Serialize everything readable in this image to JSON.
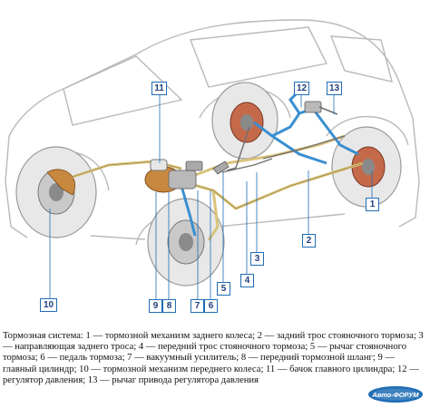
{
  "callouts": [
    "1",
    "2",
    "3",
    "4",
    "5",
    "6",
    "7",
    "8",
    "9",
    "10",
    "11",
    "12",
    "13"
  ],
  "caption": "Тормозная система: 1 — тормозной механизм заднего колеса; 2 — задний трос стояночного тормоза; 3 — направляющая заднего троса; 4 — передний трос стояночного тормоза; 5 — рычаг стояночного тормоза; 6 — педаль тормоза; 7 — вакуумный усилитель; 8 — передний тормозной шланг; 9 — главный цилиндр; 10 — тормозной механизм переднего колеса; 11 — бачок главного цилиндра; 12 — регулятор давления; 13 — рычаг привода регулятора давления",
  "logo_text": "Авто-ФОРУМ",
  "colors": {
    "callout_border": "#1f6db5",
    "brake_line_blue": "#3a8fd0",
    "brake_line_yellow": "#d9c27a",
    "car_outline": "#b9b9b9"
  }
}
